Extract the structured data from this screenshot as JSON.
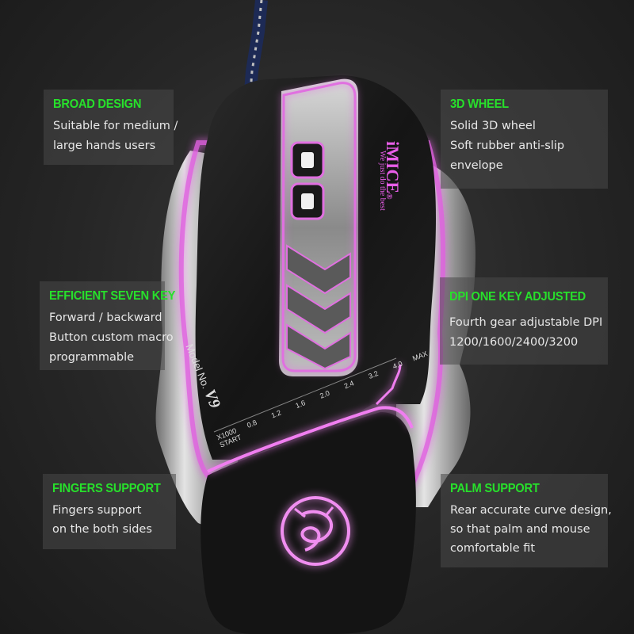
{
  "brand": {
    "logo": "iMICE",
    "slogan": "We just do the best",
    "registered": "®"
  },
  "model": {
    "label": "Model No.",
    "value": "V9"
  },
  "dpi_scale": {
    "start": "START",
    "multiplier": "X1000",
    "ticks": [
      "0.8",
      "1.2",
      "1.6",
      "2.0",
      "2.4",
      "3.2",
      "4.0",
      "MAX"
    ]
  },
  "features": {
    "broad_design": {
      "title": "BROAD DESIGN",
      "lines": [
        "Suitable for medium /",
        "large hands users"
      ]
    },
    "wheel": {
      "title": "3D WHEEL",
      "lines": [
        "Solid 3D wheel",
        "Soft rubber anti-slip",
        "envelope"
      ]
    },
    "seven_key": {
      "title": "EFFICIENT SEVEN KEY",
      "lines": [
        "Forward / backward",
        "Button custom macro",
        "programmable"
      ]
    },
    "dpi": {
      "title": "DPI ONE KEY ADJUSTED",
      "lines": [
        "Fourth gear adjustable DPI",
        "1200/1600/2400/3200"
      ]
    },
    "fingers": {
      "title": "FINGERS SUPPORT",
      "lines": [
        "Fingers support",
        "on the both sides"
      ]
    },
    "palm": {
      "title": "PALM SUPPORT",
      "lines": [
        "Rear accurate curve design,",
        "so that palm and mouse",
        "comfortable fit"
      ]
    }
  },
  "colors": {
    "accent_green": "#27e02b",
    "glow_pink": "#e060e0",
    "body_black": "#151515",
    "chrome": "#c8c8c8"
  }
}
